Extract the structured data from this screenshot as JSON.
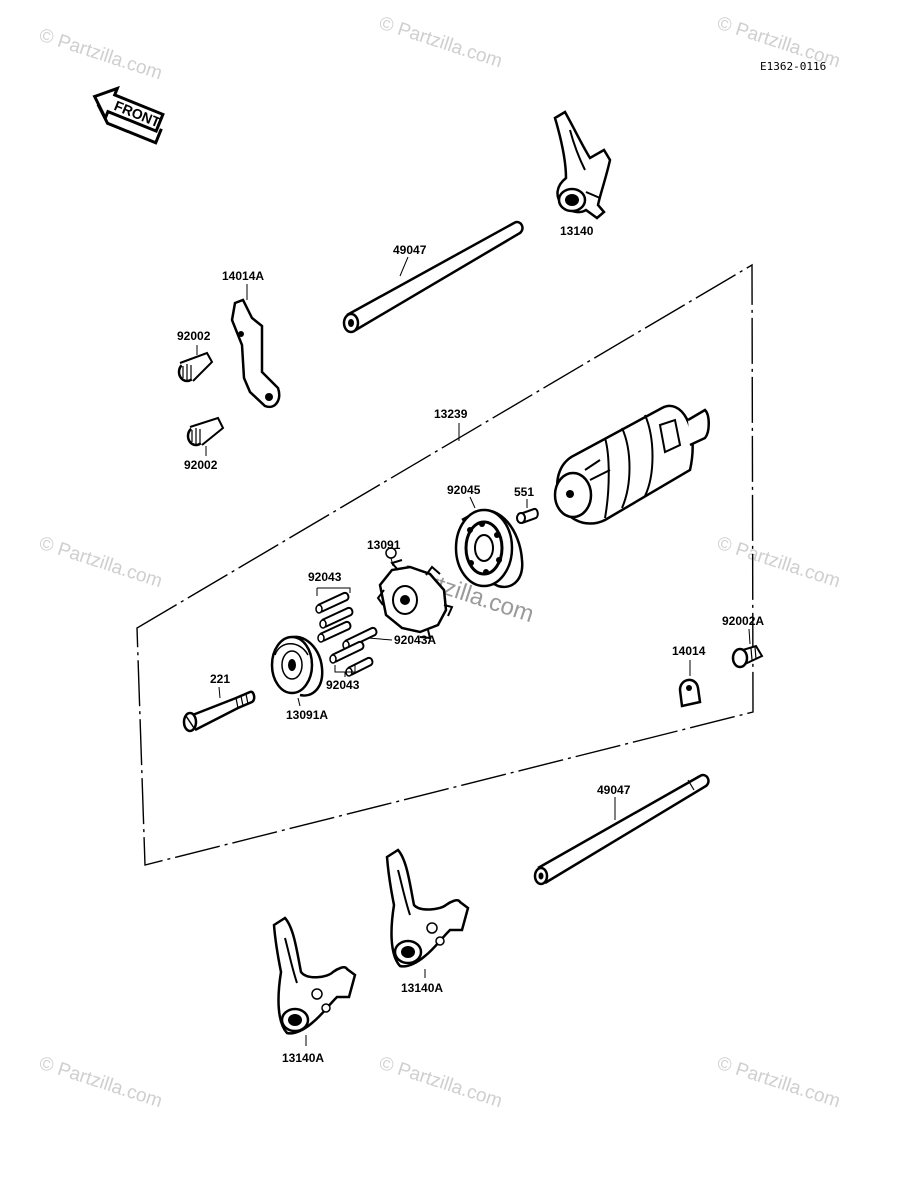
{
  "diagram_code": "E1362-0116",
  "front_label": "FRONT",
  "watermark": "© Partzilla.com",
  "center_watermark": "Partzilla.com",
  "labels": {
    "fork_13140": "13140",
    "shaft_49047_top": "49047",
    "plate_14014A": "14014A",
    "bolt_92002_a": "92002",
    "bolt_92002_b": "92002",
    "drum_13239": "13239",
    "bearing_92045": "92045",
    "pin_551": "551",
    "cam_13091": "13091",
    "pins_92043_top": "92043",
    "pins_92043A": "92043A",
    "pins_92043_bottom": "92043",
    "bolt_92002A": "92002A",
    "plate_14014": "14014",
    "screw_221": "221",
    "plate_13091A": "13091A",
    "shaft_49047_bottom": "49047",
    "fork_13140A_right": "13140A",
    "fork_13140A_left": "13140A"
  }
}
